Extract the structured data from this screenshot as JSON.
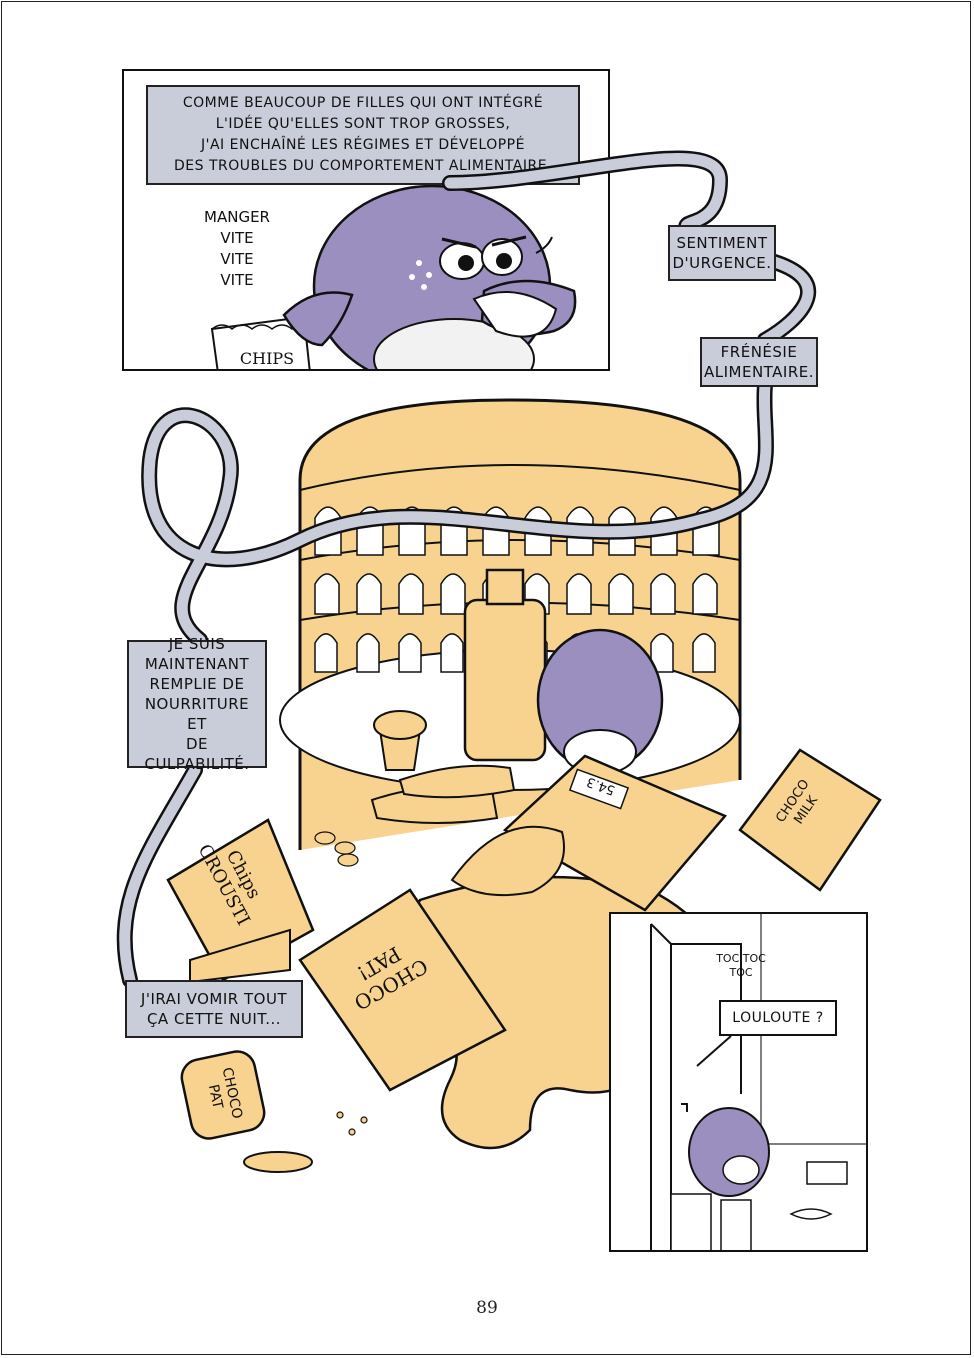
{
  "panel_top": {
    "caption": "COMME BEAUCOUP DE FILLES QUI ONT INTÉGRÉ\nL'IDÉE QU'ELLES SONT TROP GROSSES,\nJ'AI ENCHAÎNÉ LES RÉGIMES ET DÉVELOPPÉ\nDES TROUBLES DU COMPORTEMENT ALIMENTAIRE.",
    "sfx_eating": "MANGER\nVITE\nVITE\nVITE",
    "bag_label": "CHIPS"
  },
  "captions": {
    "urgence": "SENTIMENT\nD'URGENCE.",
    "frenesie": "FRÉNÉSIE\nALIMENTAIRE.",
    "culpabilite": "JE SUIS\nMAINTENANT\nREMPLIE DE\nNOURRITURE ET\nDE CULPABILITÉ.",
    "vomir": "J'IRAI VOMIR TOUT\nÇA CETTE NUIT..."
  },
  "food_labels": {
    "chips": "Chips\nCROUSTI",
    "cereal": "CHOCO\nPAT!",
    "milk": "CHOCO\nMILK",
    "spread": "CHOCO\nPAT",
    "scale": "54.3"
  },
  "panel_bottom": {
    "sfx_knock": "TOC TOC\nTOC",
    "speech": "LOULOUTE ?"
  },
  "page_number": "89",
  "colors": {
    "caption_bg": "#c9cdda",
    "tube": "#c9cdda",
    "food": "#f8d390",
    "character": "#9b8fbf"
  }
}
